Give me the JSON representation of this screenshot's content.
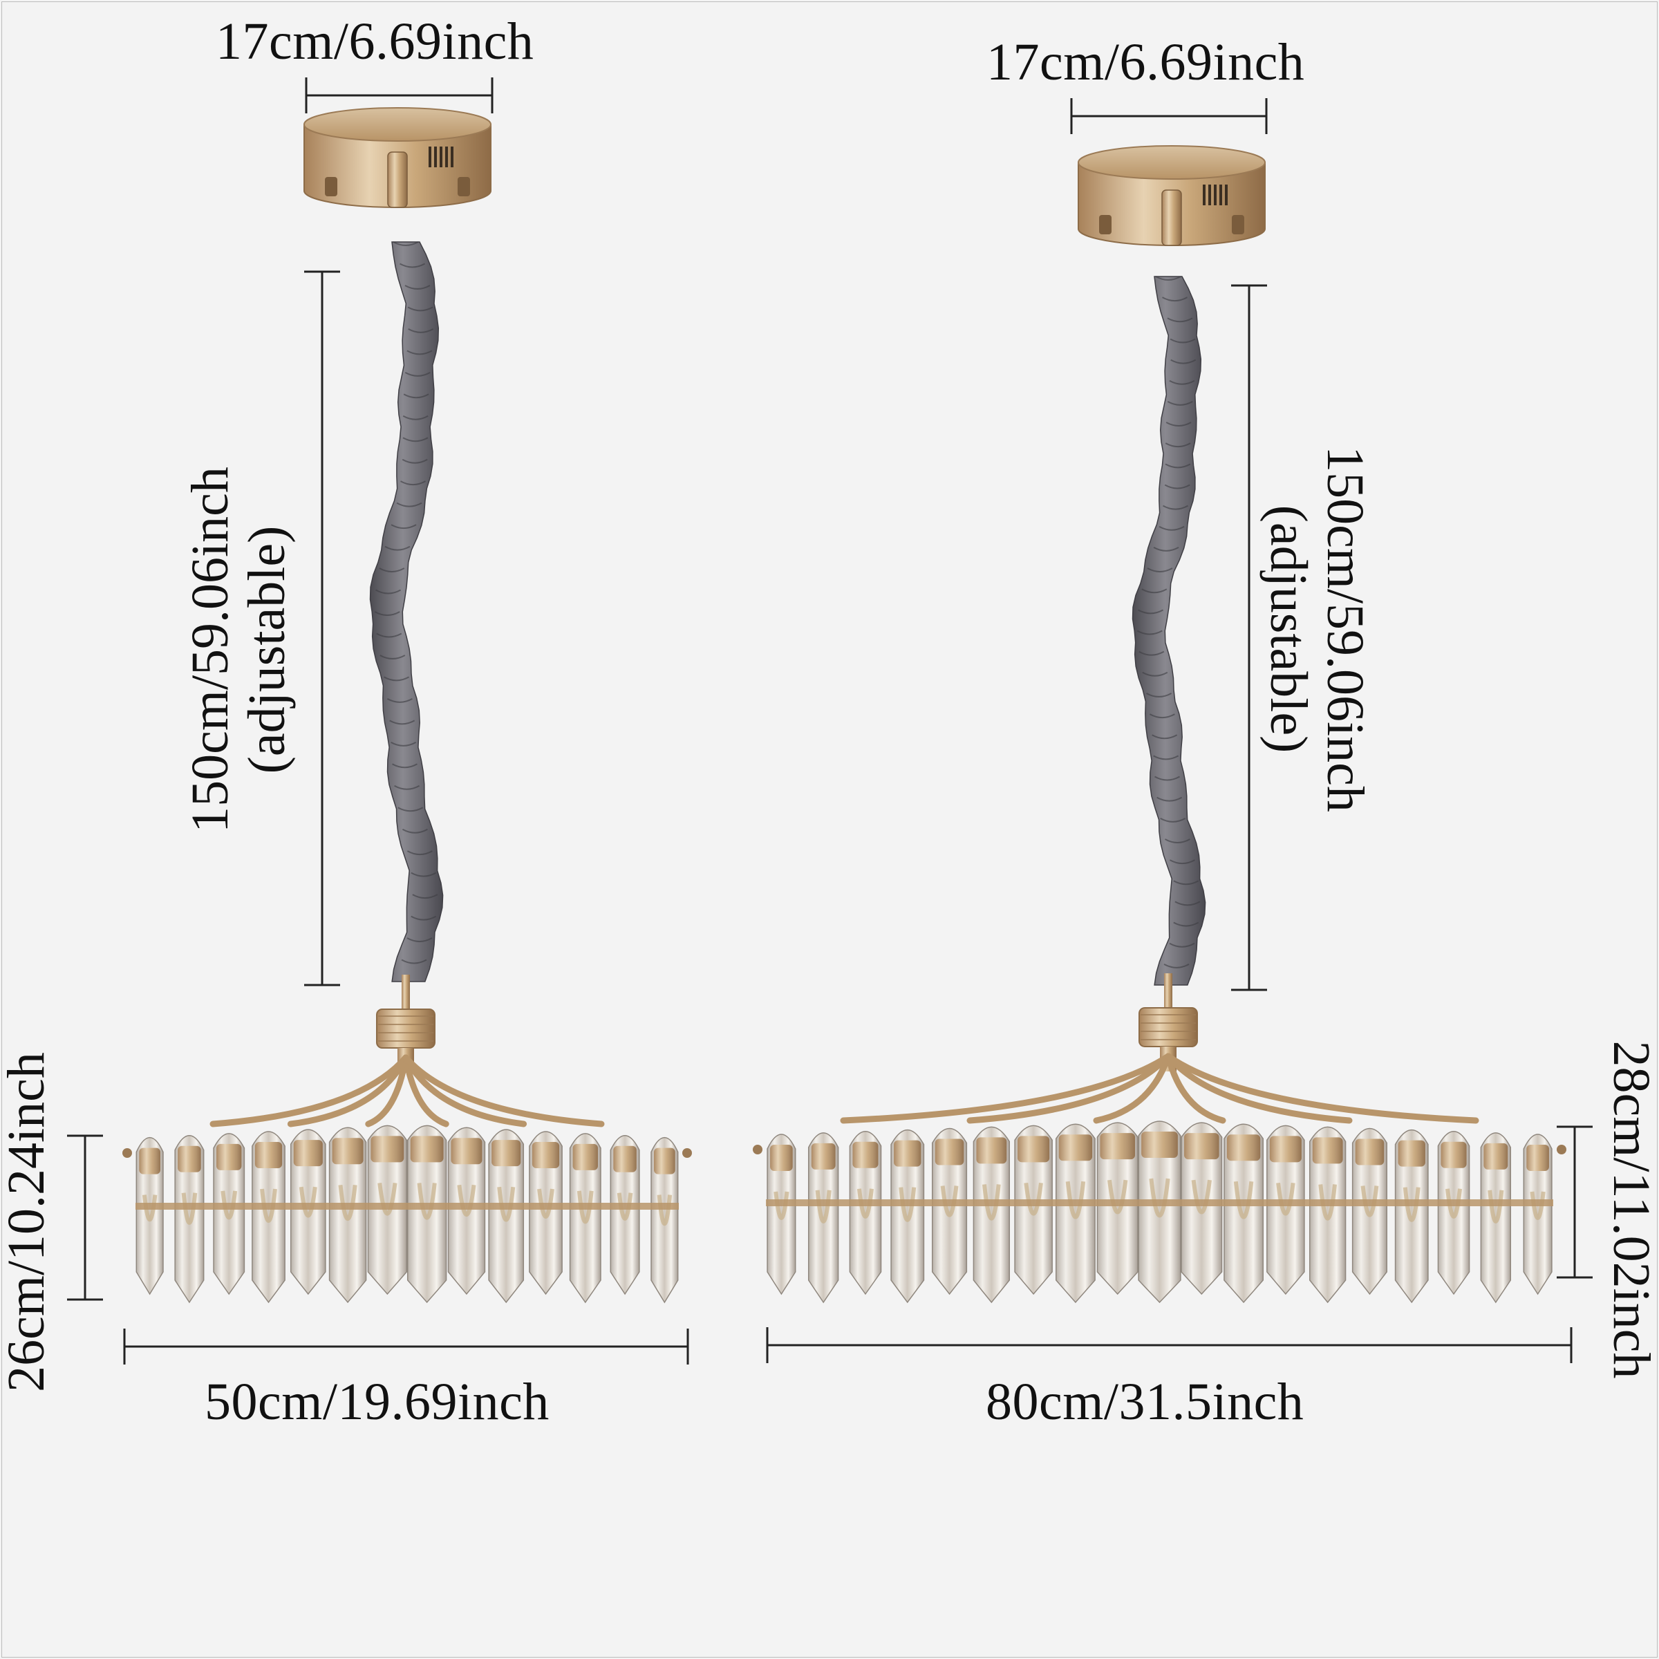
{
  "colors": {
    "background": "#f3f3f3",
    "gold": "#c9a77a",
    "cord": "#6b6a70",
    "crystal": "#d9d6d2",
    "text": "#111111"
  },
  "left_lamp": {
    "canopy_width": "17cm/6.69inch",
    "cord_length": "150cm/59.06inch",
    "cord_note": "(adjustable)",
    "body_height": "26cm/10.24inch",
    "body_diameter": "50cm/19.69inch"
  },
  "right_lamp": {
    "canopy_width": "17cm/6.69inch",
    "cord_length": "150cm/59.06inch",
    "cord_note": "(adjustable)",
    "body_height": "28cm/11.02inch",
    "body_diameter": "80cm/31.5inch"
  }
}
